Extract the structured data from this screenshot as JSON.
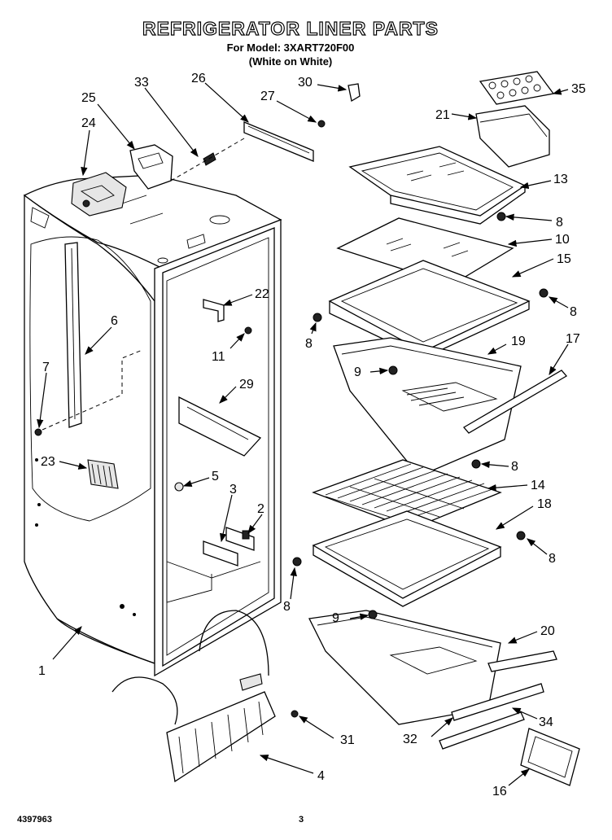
{
  "title": "REFRIGERATOR LINER PARTS",
  "subtitle_model": "For Model: 3XART720F00",
  "subtitle_color": "(White on White)",
  "footer_left": "4397963",
  "footer_page": "3",
  "callouts": [
    {
      "id": "c1",
      "label": "1"
    },
    {
      "id": "c2",
      "label": "2"
    },
    {
      "id": "c3",
      "label": "3"
    },
    {
      "id": "c4",
      "label": "4"
    },
    {
      "id": "c5",
      "label": "5"
    },
    {
      "id": "c6",
      "label": "6"
    },
    {
      "id": "c7",
      "label": "7"
    },
    {
      "id": "c8a",
      "label": "8"
    },
    {
      "id": "c8b",
      "label": "8"
    },
    {
      "id": "c8c",
      "label": "8"
    },
    {
      "id": "c8d",
      "label": "8"
    },
    {
      "id": "c8e",
      "label": "8"
    },
    {
      "id": "c8f",
      "label": "8"
    },
    {
      "id": "c9a",
      "label": "9"
    },
    {
      "id": "c9b",
      "label": "9"
    },
    {
      "id": "c10",
      "label": "10"
    },
    {
      "id": "c11",
      "label": "11"
    },
    {
      "id": "c13",
      "label": "13"
    },
    {
      "id": "c14",
      "label": "14"
    },
    {
      "id": "c15",
      "label": "15"
    },
    {
      "id": "c16",
      "label": "16"
    },
    {
      "id": "c17",
      "label": "17"
    },
    {
      "id": "c18",
      "label": "18"
    },
    {
      "id": "c19",
      "label": "19"
    },
    {
      "id": "c20",
      "label": "20"
    },
    {
      "id": "c21",
      "label": "21"
    },
    {
      "id": "c22",
      "label": "22"
    },
    {
      "id": "c23",
      "label": "23"
    },
    {
      "id": "c24",
      "label": "24"
    },
    {
      "id": "c25",
      "label": "25"
    },
    {
      "id": "c26",
      "label": "26"
    },
    {
      "id": "c27",
      "label": "27"
    },
    {
      "id": "c29",
      "label": "29"
    },
    {
      "id": "c30",
      "label": "30"
    },
    {
      "id": "c31",
      "label": "31"
    },
    {
      "id": "c32",
      "label": "32"
    },
    {
      "id": "c33",
      "label": "33"
    },
    {
      "id": "c34",
      "label": "34"
    },
    {
      "id": "c35",
      "label": "35"
    }
  ]
}
